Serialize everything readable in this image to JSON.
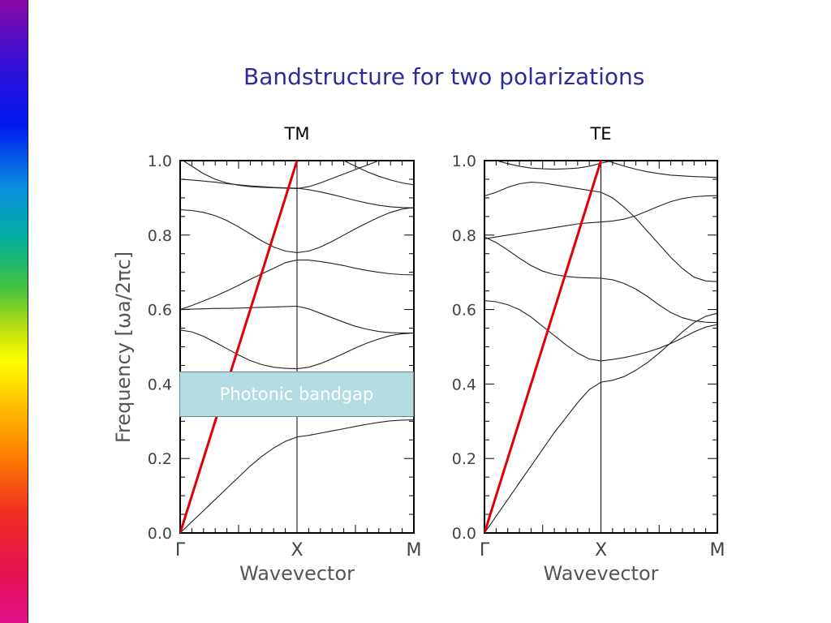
{
  "slide": {
    "title": "Bandstructure for two polarizations",
    "accent_bar": "rainbow-gradient",
    "bandgap_label": "Photonic bandgap",
    "bandgap_color": "#b3dde0"
  },
  "chart_data": [
    {
      "type": "line",
      "title": "TM",
      "xlabel": "Wavevector",
      "ylabel": "Frequency [ωa/2πc]",
      "x_ticks": [
        "Γ",
        "X",
        "M"
      ],
      "x": [
        0,
        0.1,
        0.2,
        0.3,
        0.4,
        0.5,
        0.6,
        0.7,
        0.8,
        0.9,
        1.0,
        1.1,
        1.2,
        1.3,
        1.4,
        1.5,
        1.6,
        1.7,
        1.8,
        1.9,
        2.0
      ],
      "ylim": [
        0,
        1.0
      ],
      "y_ticks": [
        "0.0",
        "0.2",
        "0.4",
        "0.6",
        "0.8",
        "1.0"
      ],
      "bandgap_range": [
        0.315,
        0.44
      ],
      "light_line": {
        "color": "#e00000",
        "values": [
          [
            0,
            0
          ],
          [
            1.0,
            1.0
          ]
        ]
      },
      "series": [
        {
          "values": [
            0.0,
            0.03,
            0.06,
            0.09,
            0.12,
            0.15,
            0.18,
            0.206,
            0.228,
            0.246,
            0.258,
            0.262,
            0.268,
            0.274,
            0.28,
            0.286,
            0.292,
            0.297,
            0.301,
            0.303,
            0.304
          ]
        },
        {
          "values": [
            0.545,
            0.54,
            0.528,
            0.512,
            0.495,
            0.478,
            0.463,
            0.452,
            0.445,
            0.442,
            0.441,
            0.445,
            0.455,
            0.468,
            0.482,
            0.497,
            0.51,
            0.521,
            0.53,
            0.535,
            0.537
          ]
        },
        {
          "values": [
            0.6,
            0.601,
            0.602,
            0.603,
            0.603,
            0.604,
            0.605,
            0.606,
            0.607,
            0.608,
            0.609,
            0.602,
            0.59,
            0.578,
            0.566,
            0.555,
            0.547,
            0.541,
            0.538,
            0.537,
            0.537
          ]
        },
        {
          "values": [
            0.6,
            0.611,
            0.623,
            0.636,
            0.65,
            0.665,
            0.681,
            0.696,
            0.711,
            0.726,
            0.733,
            0.733,
            0.729,
            0.724,
            0.718,
            0.711,
            0.705,
            0.7,
            0.696,
            0.694,
            0.693
          ]
        },
        {
          "values": [
            0.868,
            0.866,
            0.861,
            0.852,
            0.839,
            0.822,
            0.803,
            0.784,
            0.768,
            0.757,
            0.753,
            0.757,
            0.768,
            0.783,
            0.8,
            0.817,
            0.833,
            0.848,
            0.861,
            0.87,
            0.874
          ]
        },
        {
          "values": [
            0.95,
            0.948,
            0.945,
            0.942,
            0.938,
            0.935,
            0.932,
            0.93,
            0.928,
            0.927,
            0.926,
            0.922,
            0.916,
            0.909,
            0.901,
            0.893,
            0.886,
            0.88,
            0.876,
            0.874,
            0.873
          ]
        },
        {
          "values": [
            1.005,
            0.985,
            0.965,
            0.95,
            0.94,
            0.934,
            0.93,
            0.928,
            0.927,
            0.926,
            0.925,
            0.93,
            0.94,
            0.952,
            0.964,
            0.976,
            0.988,
            1.0
          ]
        },
        {
          "values": [
            null,
            null,
            null,
            null,
            null,
            null,
            null,
            null,
            null,
            null,
            null,
            null,
            null,
            null,
            1.0,
            0.985,
            0.97,
            0.958,
            0.948,
            0.94,
            0.935
          ]
        }
      ]
    },
    {
      "type": "line",
      "title": "TE",
      "xlabel": "Wavevector",
      "ylabel": "",
      "x_ticks": [
        "Γ",
        "X",
        "M"
      ],
      "x": [
        0,
        0.1,
        0.2,
        0.3,
        0.4,
        0.5,
        0.6,
        0.7,
        0.8,
        0.9,
        1.0,
        1.1,
        1.2,
        1.3,
        1.4,
        1.5,
        1.6,
        1.7,
        1.8,
        1.9,
        2.0
      ],
      "ylim": [
        0,
        1.0
      ],
      "y_ticks": [
        "0.0",
        "0.2",
        "0.4",
        "0.6",
        "0.8",
        "1.0"
      ],
      "light_line": {
        "color": "#e00000",
        "values": [
          [
            0,
            0
          ],
          [
            1.0,
            1.0
          ]
        ]
      },
      "series": [
        {
          "values": [
            0.0,
            0.045,
            0.09,
            0.135,
            0.18,
            0.225,
            0.27,
            0.31,
            0.35,
            0.385,
            0.405,
            0.41,
            0.42,
            0.437,
            0.458,
            0.483,
            0.511,
            0.54,
            0.565,
            0.582,
            0.59
          ]
        },
        {
          "values": [
            0.624,
            0.621,
            0.613,
            0.6,
            0.58,
            0.555,
            0.53,
            0.505,
            0.483,
            0.467,
            0.462,
            0.466,
            0.471,
            0.478,
            0.486,
            0.496,
            0.509,
            0.524,
            0.54,
            0.553,
            0.56
          ]
        },
        {
          "values": [
            0.795,
            0.78,
            0.76,
            0.738,
            0.718,
            0.703,
            0.694,
            0.689,
            0.686,
            0.685,
            0.684,
            0.68,
            0.67,
            0.655,
            0.635,
            0.612,
            0.592,
            0.578,
            0.57,
            0.566,
            0.565
          ]
        },
        {
          "values": [
            0.79,
            0.795,
            0.8,
            0.805,
            0.81,
            0.815,
            0.82,
            0.825,
            0.83,
            0.833,
            0.835,
            0.838,
            0.843,
            0.852,
            0.865,
            0.878,
            0.89,
            0.898,
            0.903,
            0.905,
            0.906
          ]
        },
        {
          "values": [
            0.905,
            0.915,
            0.928,
            0.938,
            0.942,
            0.94,
            0.935,
            0.93,
            0.925,
            0.92,
            0.915,
            0.9,
            0.875,
            0.845,
            0.81,
            0.775,
            0.74,
            0.71,
            0.687,
            0.677,
            0.675
          ]
        },
        {
          "values": [
            1.01,
            1.0,
            0.992,
            0.985,
            0.98,
            0.978,
            0.977,
            0.978,
            0.98,
            0.985,
            0.993,
            1.0
          ]
        },
        {
          "values": [
            null,
            null,
            null,
            null,
            null,
            null,
            null,
            null,
            null,
            null,
            1.005,
            0.995,
            0.985,
            0.977,
            0.97,
            0.965,
            0.961,
            0.959,
            0.957,
            0.956,
            0.955
          ]
        }
      ]
    }
  ]
}
